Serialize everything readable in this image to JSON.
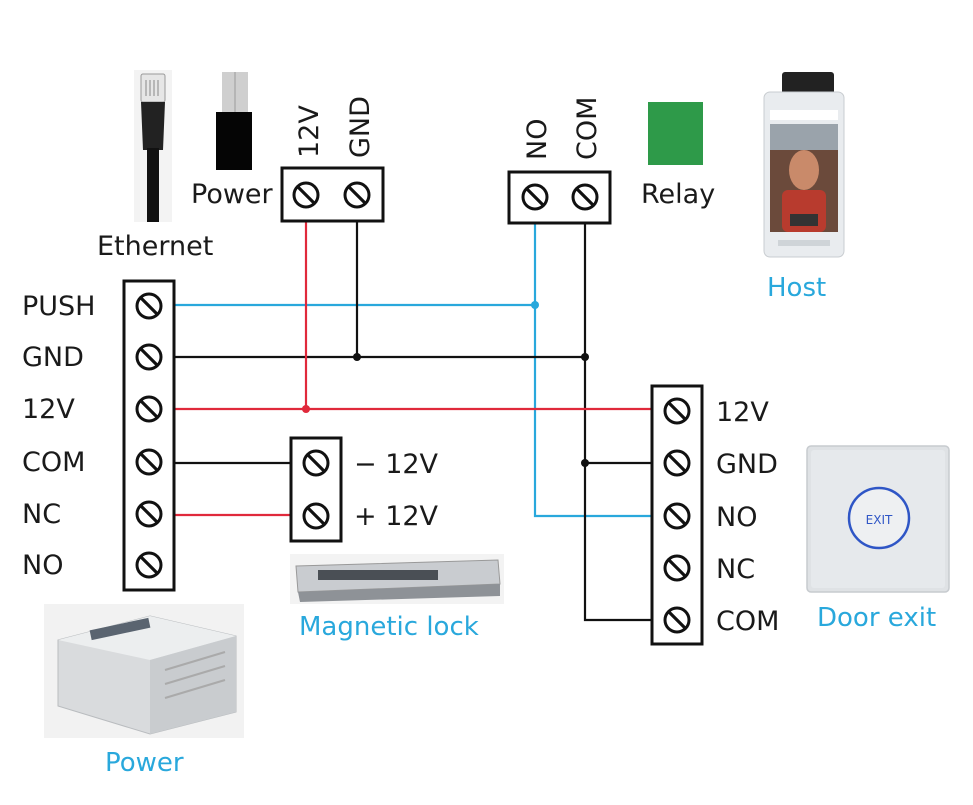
{
  "colors": {
    "wire_blue": "#29a8dc",
    "wire_red": "#e0293b",
    "wire_black": "#111111",
    "relay_green": "#2e9a49",
    "caption_blue": "#29a8dc"
  },
  "devices": {
    "ethernet": {
      "label": "Ethernet",
      "icon": "ethernet-cable-icon"
    },
    "power_plug": {
      "label": "Power",
      "icon": "power-plug-icon"
    },
    "relay": {
      "label": "Relay",
      "icon": "relay-green-square-icon"
    },
    "host": {
      "label": "Host",
      "icon": "face-recognition-terminal-icon"
    },
    "power_supply": {
      "label": "Power",
      "icon": "power-supply-box-icon"
    },
    "magnetic_lock": {
      "label": "Magnetic lock",
      "icon": "magnetic-lock-icon"
    },
    "door_exit": {
      "label": "Door exit",
      "icon": "door-exit-button-icon"
    }
  },
  "terminals": {
    "host_power": [
      "12V",
      "GND"
    ],
    "host_relay": [
      "NO",
      "COM"
    ],
    "power_supply": [
      "PUSH",
      "GND",
      "12V",
      "COM",
      "NC",
      "NO"
    ],
    "lock": [
      "− 12V",
      "+ 12V"
    ],
    "door_exit": [
      "12V",
      "GND",
      "NO",
      "NC",
      "COM"
    ]
  }
}
